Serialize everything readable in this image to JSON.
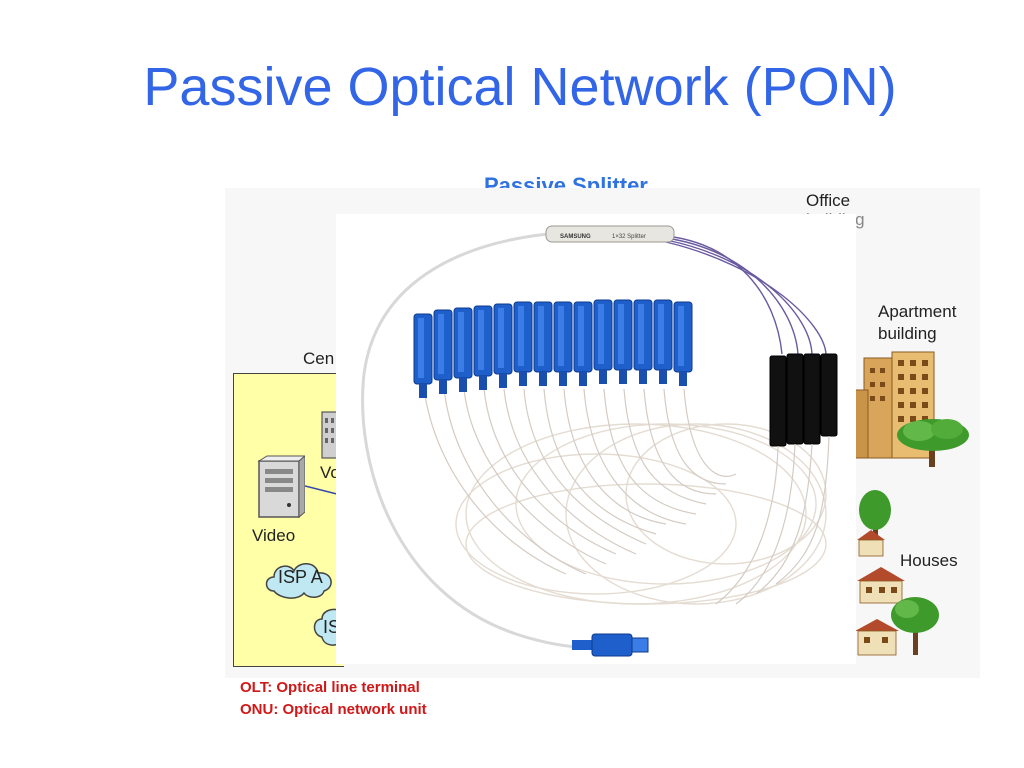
{
  "slide": {
    "title": "Passive Optical Network (PON)",
    "splitter_caption": "Passive Splitter"
  },
  "diagram": {
    "office_label_line1": "Office",
    "office_label_line2": "building",
    "apartment_label_line1": "Apartment",
    "apartment_label_line2": "building",
    "houses_label": "Houses",
    "central_office_label": "Cen",
    "video_label": "Video",
    "vo_label": "Vo",
    "isp_a_label": "ISP A",
    "isp_b_label": "IS"
  },
  "photo": {
    "splitter_brand": "SAMSUNG",
    "splitter_model": "1×32 Splitter"
  },
  "notes": {
    "olt": "OLT: Optical line terminal",
    "onu": "ONU: Optical network unit"
  },
  "colors": {
    "title": "#3366e6",
    "caption": "#2f72e0",
    "notes": "#d01818",
    "connector_blue": "#1f5fcc",
    "central_office_fill": "#ffffa8"
  }
}
